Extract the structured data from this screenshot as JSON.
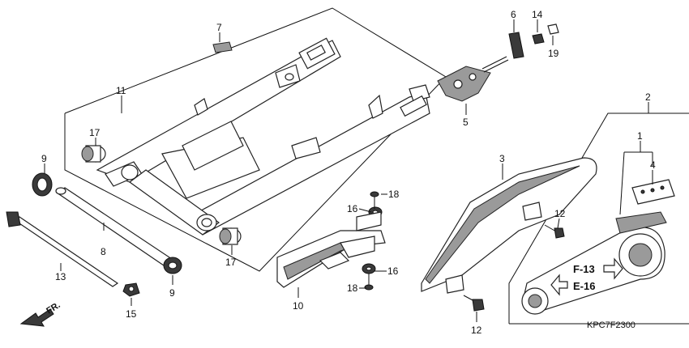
{
  "diagram": {
    "code": "KPC7F2300",
    "direction_label": "FR.",
    "refs": {
      "f13": "F-13",
      "e16": "E-16"
    },
    "callouts": {
      "n1": "1",
      "n2": "2",
      "n3": "3",
      "n4": "4",
      "n5": "5",
      "n6": "6",
      "n7": "7",
      "n8": "8",
      "n9a": "9",
      "n9b": "9",
      "n10": "10",
      "n11": "11",
      "n12a": "12",
      "n12b": "12",
      "n13": "13",
      "n14": "14",
      "n15": "15",
      "n16a": "16",
      "n16b": "16",
      "n17a": "17",
      "n17b": "17",
      "n18a": "18",
      "n18b": "18",
      "n19": "19"
    }
  }
}
